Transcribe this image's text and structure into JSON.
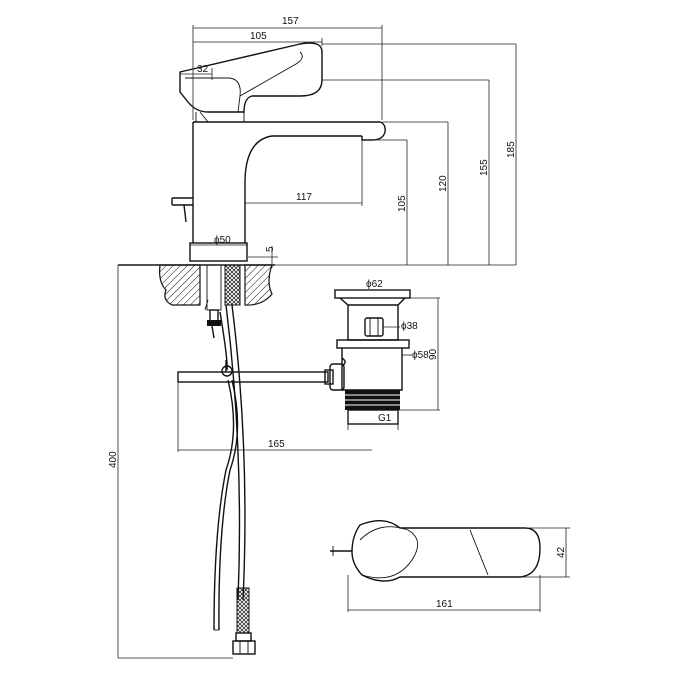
{
  "drawing": {
    "dimensions": {
      "overall_width": "157",
      "lever_length": "105",
      "lever_offset": "32",
      "spout_reach": "117",
      "overall_height": "185",
      "lever_height": "155",
      "spout_top_height": "120",
      "spout_outlet_height": "105",
      "base_diameter": "ϕ50",
      "base_thickness": "5",
      "hose_length": "400",
      "waste_flange_diameter": "ϕ62",
      "waste_plug_diameter": "ϕ38",
      "waste_body_diameter": "ϕ58",
      "waste_height": "90",
      "waste_thread": "G1",
      "pop_up_rod_length": "165",
      "top_view_length": "161",
      "top_view_width": "42"
    }
  }
}
